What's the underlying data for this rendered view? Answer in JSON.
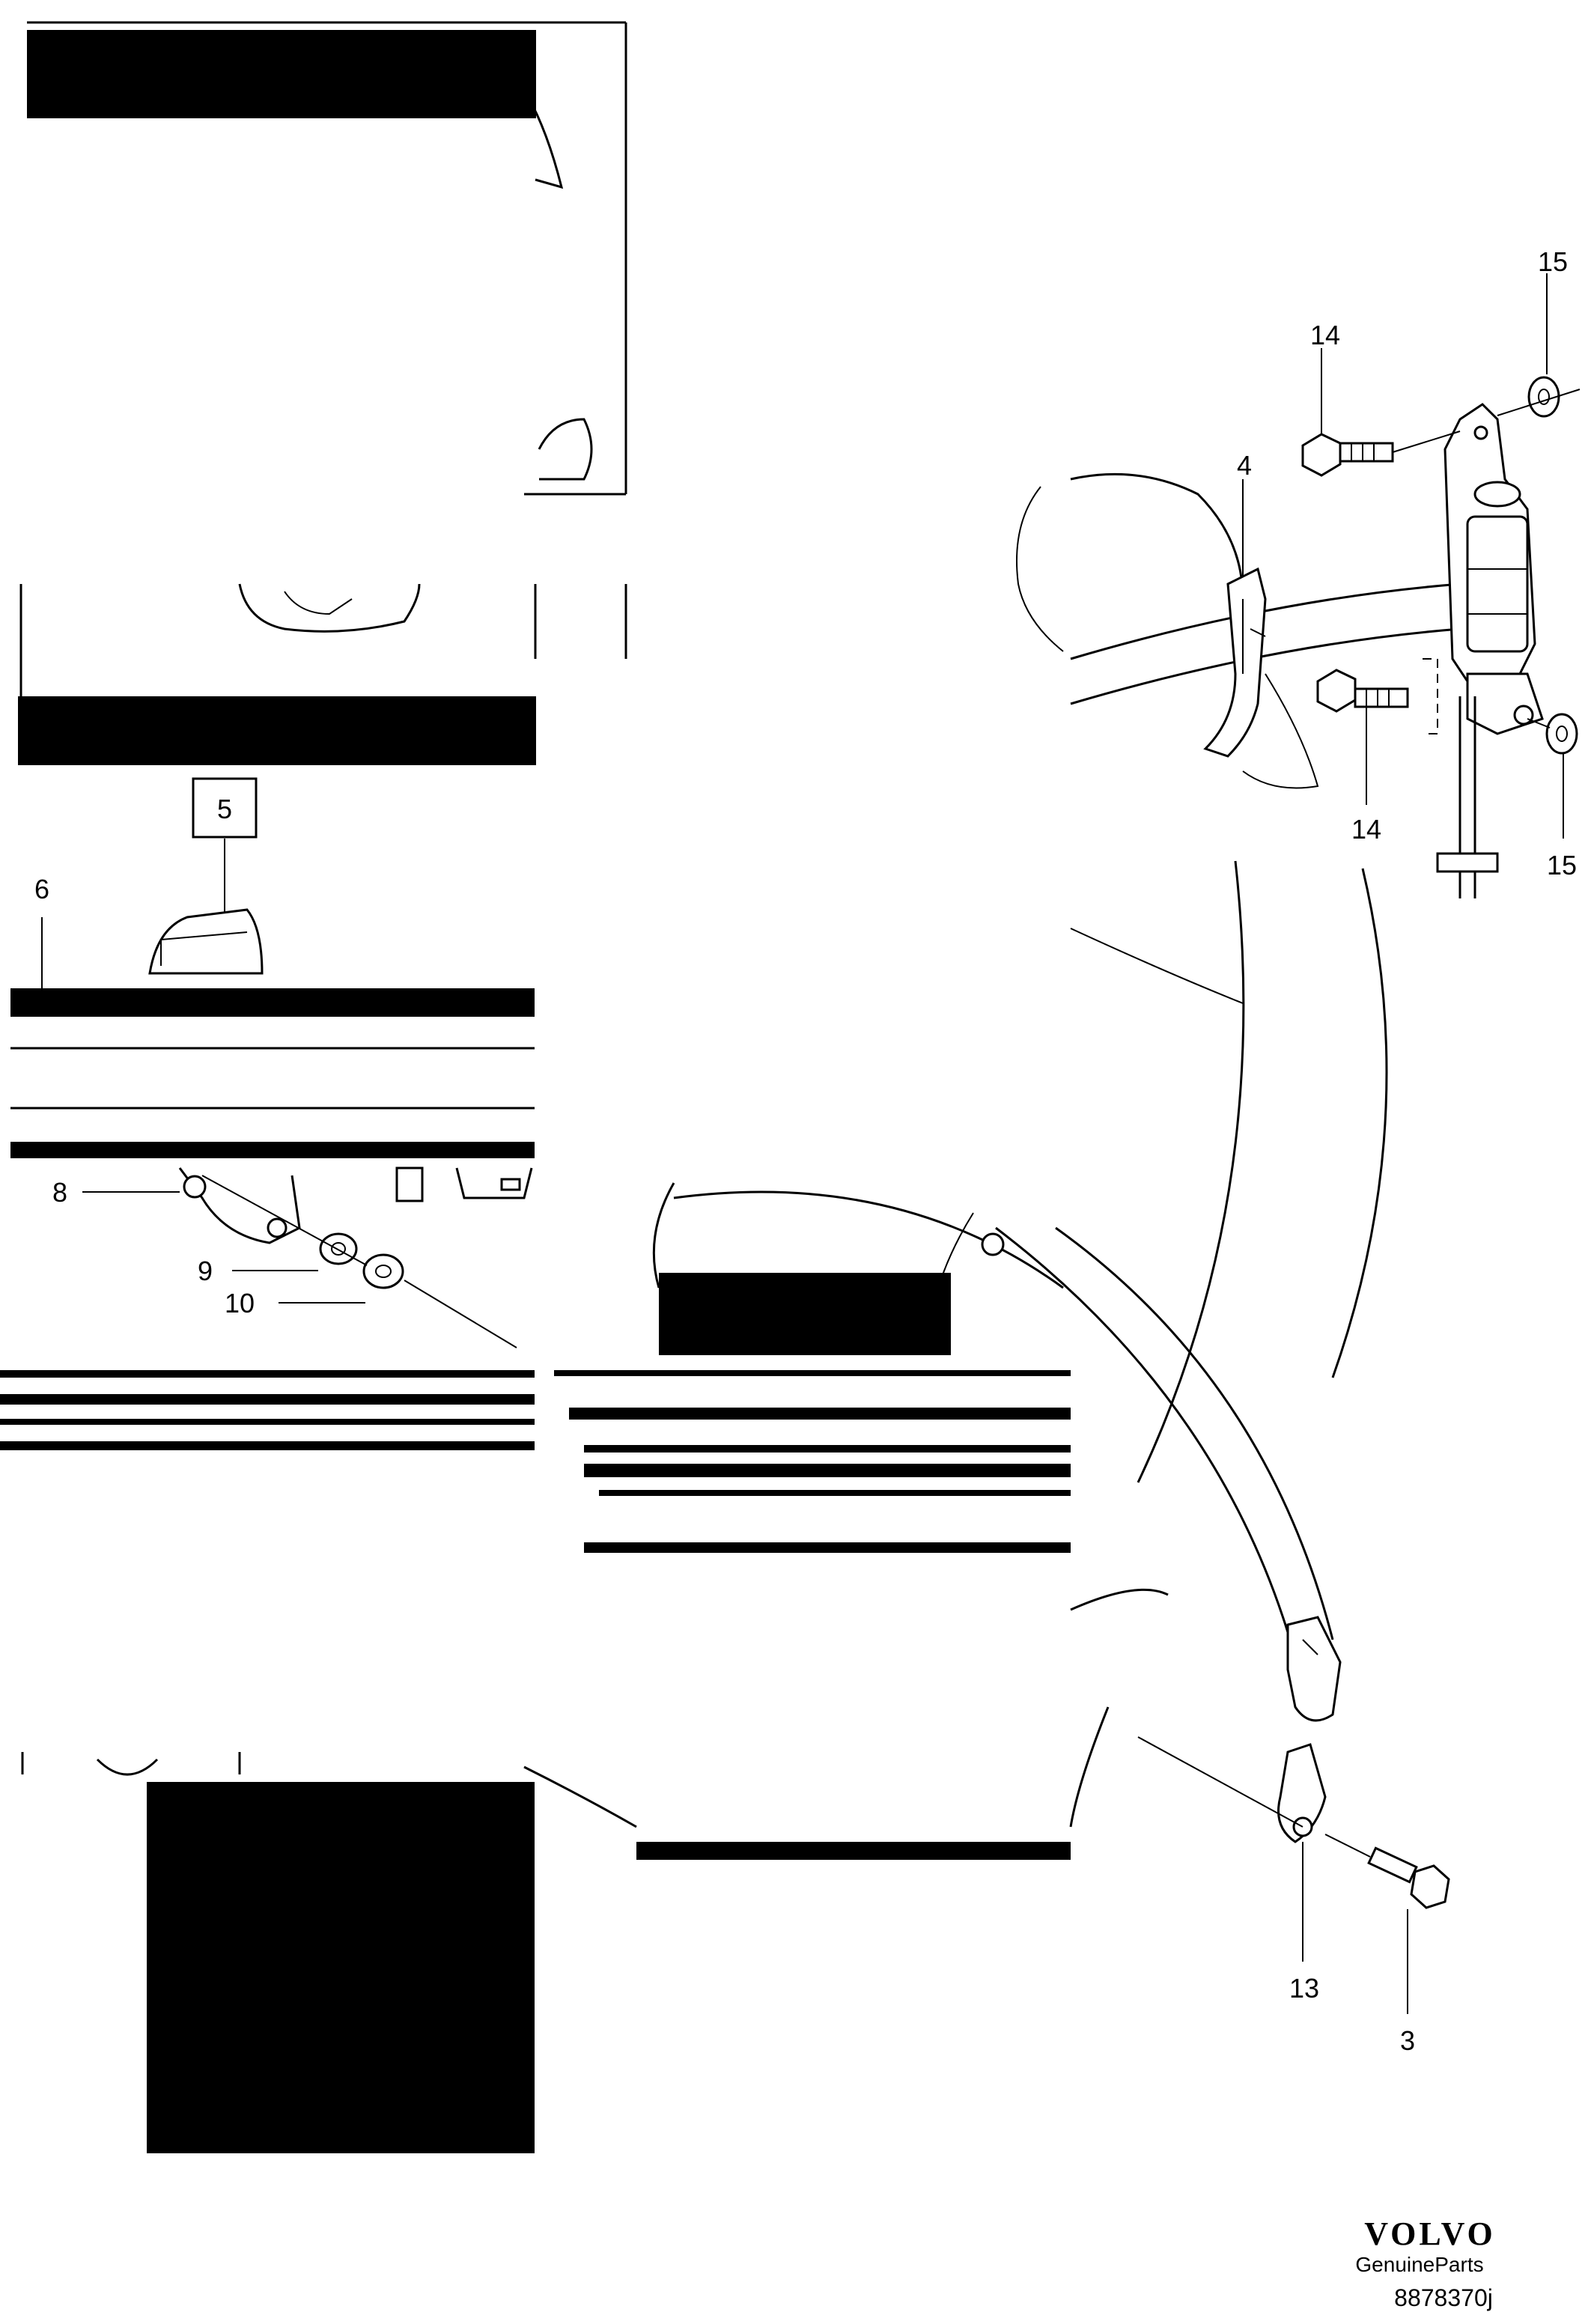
{
  "callouts": {
    "c15_top": "15",
    "c14_top": "14",
    "c4": "4",
    "c14_bottom": "14",
    "c15_bottom": "15",
    "c5": "5",
    "c6": "6",
    "c8": "8",
    "c9": "9",
    "c10": "10",
    "c13": "13",
    "c3": "3"
  },
  "footer": {
    "brand": "VOLVO",
    "sub": "GenuineParts",
    "part_number": "8878370j"
  }
}
